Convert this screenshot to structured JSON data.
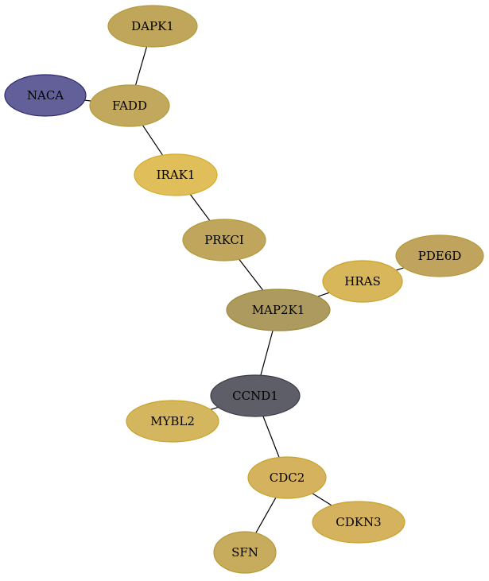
{
  "nodes": [
    {
      "id": "DAPK1",
      "label": "DAPK1",
      "color": "#bfa65a",
      "stroke": "#b39a3a"
    },
    {
      "id": "NACA",
      "label": "NACA",
      "color": "#636099",
      "stroke": "#2e2b72"
    },
    {
      "id": "FADD",
      "label": "FADD",
      "color": "#c2a85c",
      "stroke": "#b39a3a"
    },
    {
      "id": "IRAK1",
      "label": "IRAK1",
      "color": "#e0be5a",
      "stroke": "#d4ac2a"
    },
    {
      "id": "PRKCI",
      "label": "PRKCI",
      "color": "#c0a65c",
      "stroke": "#b39a3a"
    },
    {
      "id": "PDE6D",
      "label": "PDE6D",
      "color": "#c0a45e",
      "stroke": "#b39a3a"
    },
    {
      "id": "HRAS",
      "label": "HRAS",
      "color": "#d8b65a",
      "stroke": "#c9a32a"
    },
    {
      "id": "MAP2K1",
      "label": "MAP2K1",
      "color": "#ad9a5e",
      "stroke": "#9e8a3a"
    },
    {
      "id": "CCND1",
      "label": "CCND1",
      "color": "#5e5e68",
      "stroke": "#3c3c48"
    },
    {
      "id": "MYBL2",
      "label": "MYBL2",
      "color": "#d4b65e",
      "stroke": "#c9a32a"
    },
    {
      "id": "CDC2",
      "label": "CDC2",
      "color": "#d4b25e",
      "stroke": "#c9a32a"
    },
    {
      "id": "CDKN3",
      "label": "CDKN3",
      "color": "#d4b25e",
      "stroke": "#c9a32a"
    },
    {
      "id": "SFN",
      "label": "SFN",
      "color": "#c8ac5e",
      "stroke": "#b39a3a"
    }
  ],
  "edges": [
    {
      "from": "DAPK1",
      "to": "FADD"
    },
    {
      "from": "NACA",
      "to": "FADD"
    },
    {
      "from": "FADD",
      "to": "IRAK1"
    },
    {
      "from": "IRAK1",
      "to": "PRKCI"
    },
    {
      "from": "PRKCI",
      "to": "MAP2K1"
    },
    {
      "from": "MAP2K1",
      "to": "HRAS"
    },
    {
      "from": "HRAS",
      "to": "PDE6D"
    },
    {
      "from": "MAP2K1",
      "to": "CCND1"
    },
    {
      "from": "CCND1",
      "to": "MYBL2"
    },
    {
      "from": "CCND1",
      "to": "CDC2"
    },
    {
      "from": "CDC2",
      "to": "CDKN3"
    },
    {
      "from": "CDC2",
      "to": "SFN"
    }
  ]
}
